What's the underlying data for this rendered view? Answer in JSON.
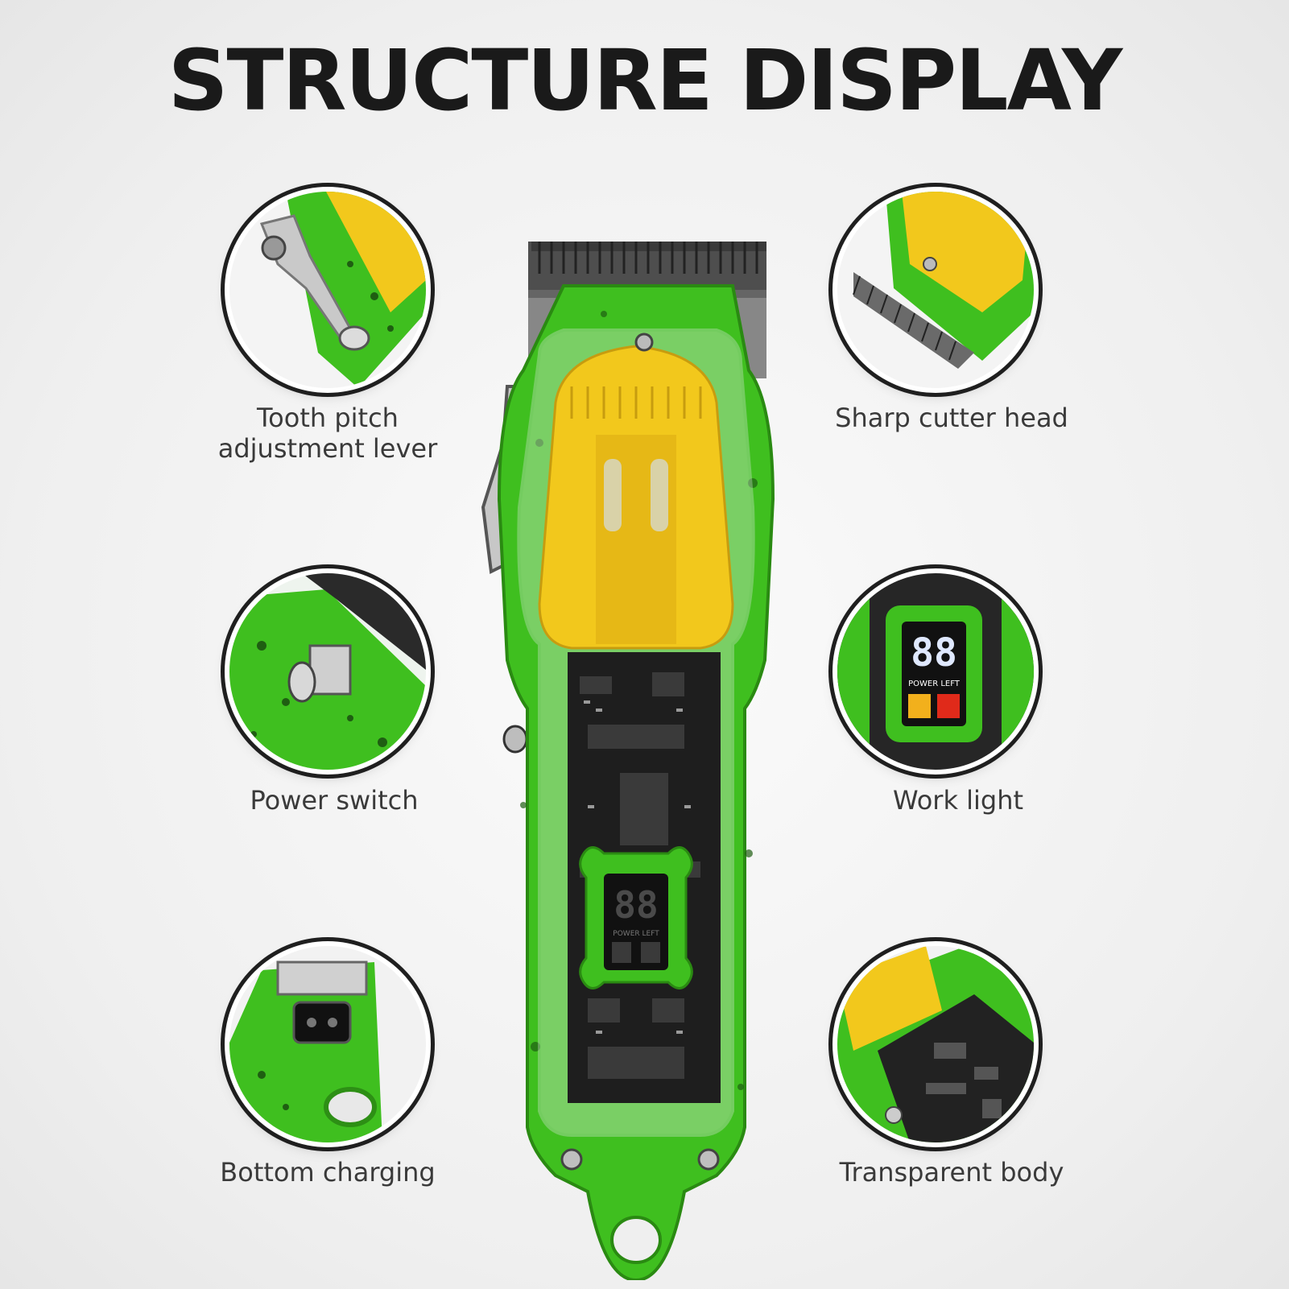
{
  "title": "STRUCTURE DISPLAY",
  "features": [
    {
      "label_lines": [
        "Tooth pitch",
        "adjustment lever"
      ],
      "icon": "lever-closeup"
    },
    {
      "label_lines": [
        "Sharp cutter head"
      ],
      "icon": "blade-closeup"
    },
    {
      "label_lines": [
        "Power switch"
      ],
      "icon": "switch-closeup"
    },
    {
      "label_lines": [
        "Work light"
      ],
      "icon": "display-closeup"
    },
    {
      "label_lines": [
        "Bottom charging"
      ],
      "icon": "charging-port-closeup"
    },
    {
      "label_lines": [
        "Transparent body"
      ],
      "icon": "body-closeup"
    }
  ],
  "product": {
    "display_digits": "88",
    "display_caption": "POWER LEFT",
    "colors": {
      "body": "#3fbf1f",
      "cover": "#f2c81c",
      "pcb": "#1e1e1e",
      "blade": "#5a5a5a"
    }
  }
}
